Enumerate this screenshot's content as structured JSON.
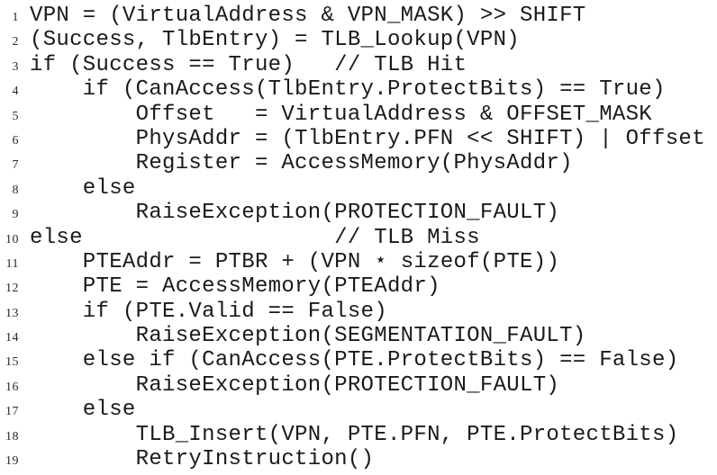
{
  "listing": {
    "text_color": "#1a1a1a",
    "line_number_color": "#2b2b2b",
    "background_color": "#ffffff",
    "lines": [
      {
        "num": "1",
        "text": "VPN = (VirtualAddress & VPN_MASK) >> SHIFT"
      },
      {
        "num": "2",
        "text": "(Success, TlbEntry) = TLB_Lookup(VPN)"
      },
      {
        "num": "3",
        "text": "if (Success == True)   // TLB Hit"
      },
      {
        "num": "4",
        "text": "    if (CanAccess(TlbEntry.ProtectBits) == True)"
      },
      {
        "num": "5",
        "text": "        Offset   = VirtualAddress & OFFSET_MASK"
      },
      {
        "num": "6",
        "text": "        PhysAddr = (TlbEntry.PFN << SHIFT) | Offset"
      },
      {
        "num": "7",
        "text": "        Register = AccessMemory(PhysAddr)"
      },
      {
        "num": "8",
        "text": "    else"
      },
      {
        "num": "9",
        "text": "        RaiseException(PROTECTION_FAULT)"
      },
      {
        "num": "10",
        "text": "else                   // TLB Miss"
      },
      {
        "num": "11",
        "text": "    PTEAddr = PTBR + (VPN ⋆ sizeof(PTE))"
      },
      {
        "num": "12",
        "text": "    PTE = AccessMemory(PTEAddr)"
      },
      {
        "num": "13",
        "text": "    if (PTE.Valid == False)"
      },
      {
        "num": "14",
        "text": "        RaiseException(SEGMENTATION_FAULT)"
      },
      {
        "num": "15",
        "text": "    else if (CanAccess(PTE.ProtectBits) == False)"
      },
      {
        "num": "16",
        "text": "        RaiseException(PROTECTION_FAULT)"
      },
      {
        "num": "17",
        "text": "    else"
      },
      {
        "num": "18",
        "text": "        TLB_Insert(VPN, PTE.PFN, PTE.ProtectBits)"
      },
      {
        "num": "19",
        "text": "        RetryInstruction()"
      }
    ]
  }
}
